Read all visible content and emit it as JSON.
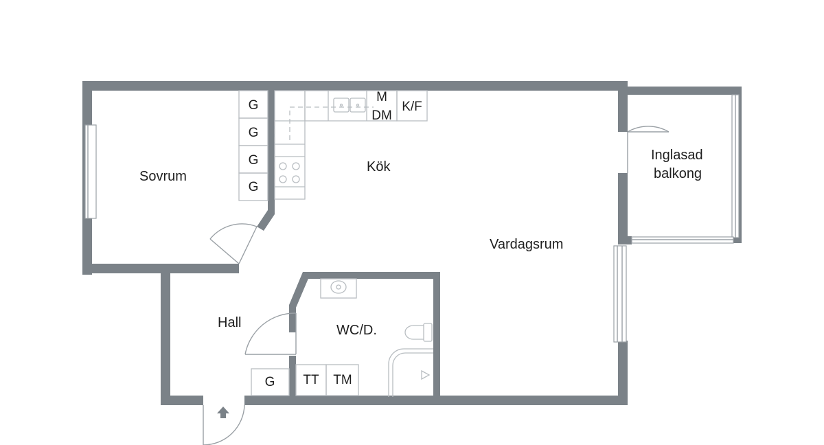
{
  "rooms": {
    "sovrum": "Sovrum",
    "kok": "Kök",
    "vardagsrum": "Vardagsrum",
    "balkong_line1": "Inglasad",
    "balkong_line2": "balkong",
    "hall": "Hall",
    "wc": "WC/D."
  },
  "cabinets": {
    "wardrobe": [
      "G",
      "G",
      "G",
      "G"
    ],
    "microwave": "M",
    "dishwasher": "DM",
    "fridge_freezer": "K/F",
    "hall_wardrobe": "G",
    "dryer": "TT",
    "washer": "TM"
  },
  "colors": {
    "wall": "#7b8288",
    "fixture": "#b8bdc1",
    "text": "#1e1e1e"
  }
}
